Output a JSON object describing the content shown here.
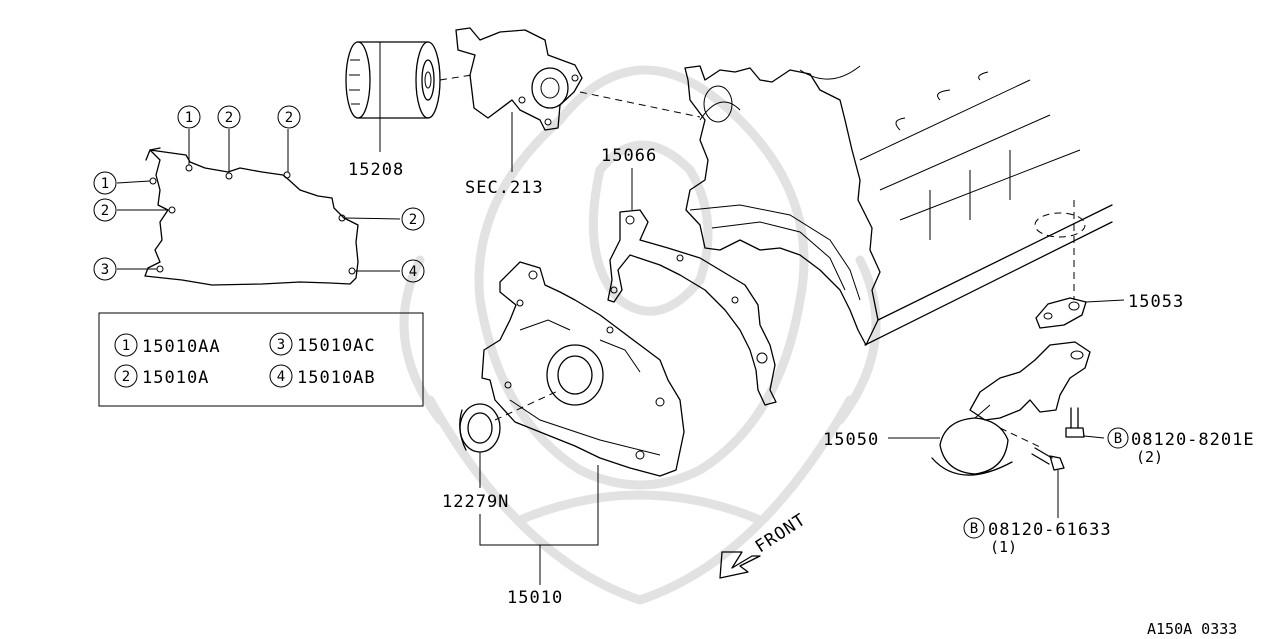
{
  "parts": {
    "oil_filter": "15208",
    "sec_ref": "SEC.213",
    "gasket_cover": "15066",
    "gasket_strainer": "15053",
    "strainer": "15050",
    "oil_seal": "12279N",
    "oil_pump_assy": "15010"
  },
  "bolts": {
    "bolt_a": {
      "marker": "B",
      "code": "08120-8201E",
      "qty": "(2)"
    },
    "bolt_b": {
      "marker": "B",
      "code": "08120-61633",
      "qty": "(1)"
    }
  },
  "callouts": {
    "c1a": "1",
    "c2a": "2",
    "c2b": "2",
    "c1b": "1",
    "c2c": "2",
    "c2d": "2",
    "c3a": "3",
    "c4a": "4"
  },
  "legend": [
    {
      "num": "1",
      "code": "15010AA"
    },
    {
      "num": "3",
      "code": "15010AC"
    },
    {
      "num": "2",
      "code": "15010A"
    },
    {
      "num": "4",
      "code": "15010AB"
    }
  ],
  "front_label": "FRONT",
  "diagram_id": "A150A 0333"
}
